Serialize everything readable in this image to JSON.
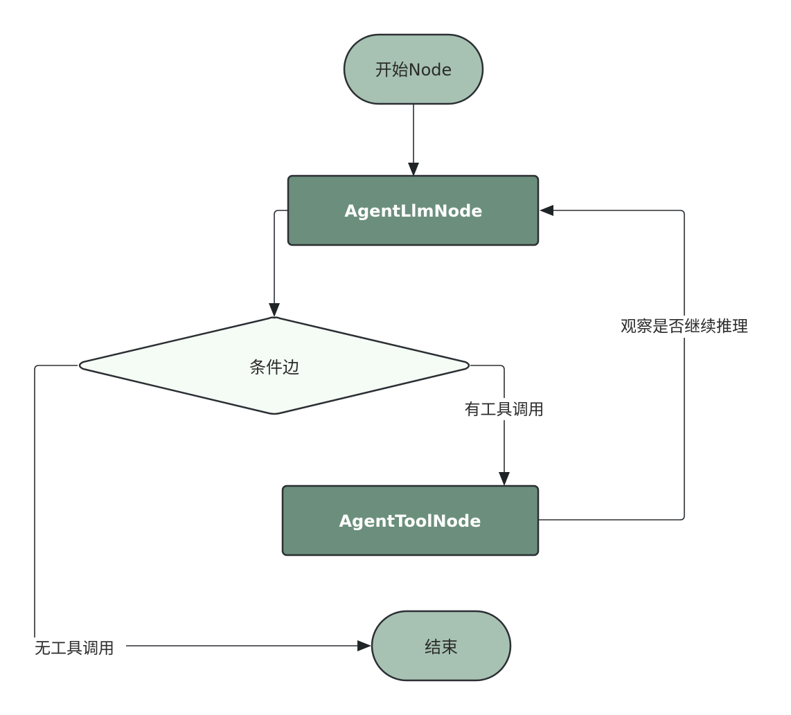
{
  "colors": {
    "terminal_fill": "#a7c2b2",
    "process_fill": "#6b8f7c",
    "decision_fill": "#f4fcf5",
    "stroke": "#2b2f33",
    "label_bg": "#ffffff"
  },
  "nodes": {
    "start": {
      "label": "开始Node",
      "shape": "terminal"
    },
    "llm": {
      "label": "AgentLlmNode",
      "shape": "process"
    },
    "condition": {
      "label": "条件边",
      "shape": "decision"
    },
    "tool": {
      "label": "AgentToolNode",
      "shape": "process"
    },
    "end": {
      "label": "结束",
      "shape": "terminal"
    }
  },
  "edges": {
    "start_to_llm": {
      "from": "start",
      "to": "llm",
      "label": ""
    },
    "llm_to_condition": {
      "from": "llm",
      "to": "condition",
      "label": ""
    },
    "condition_to_tool": {
      "from": "condition",
      "to": "tool",
      "label": "有工具调用"
    },
    "tool_to_llm": {
      "from": "tool",
      "to": "llm",
      "label": "观察是否继续推理"
    },
    "condition_to_end": {
      "from": "condition",
      "to": "end",
      "label": "无工具调用"
    }
  }
}
